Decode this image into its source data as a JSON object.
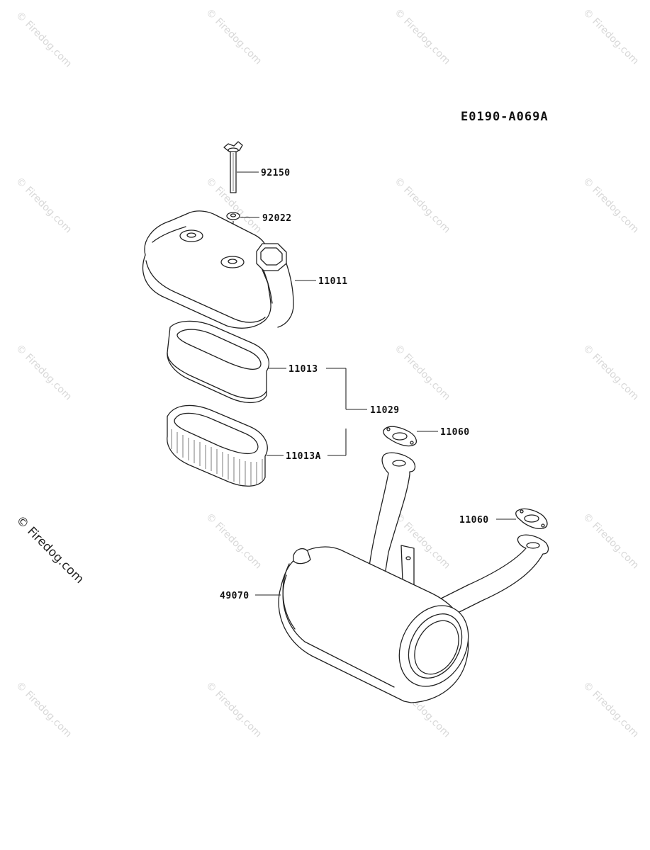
{
  "diagram_code": "E0190-A069A",
  "watermark": "© Firedog.com",
  "labels": {
    "bolt": "92150",
    "washer": "92022",
    "cover": "11011",
    "prefilter": "11013",
    "filter_assy": "11029",
    "element": "11013A",
    "gasket_upper": "11060",
    "gasket_lower": "11060",
    "muffler": "49070"
  }
}
